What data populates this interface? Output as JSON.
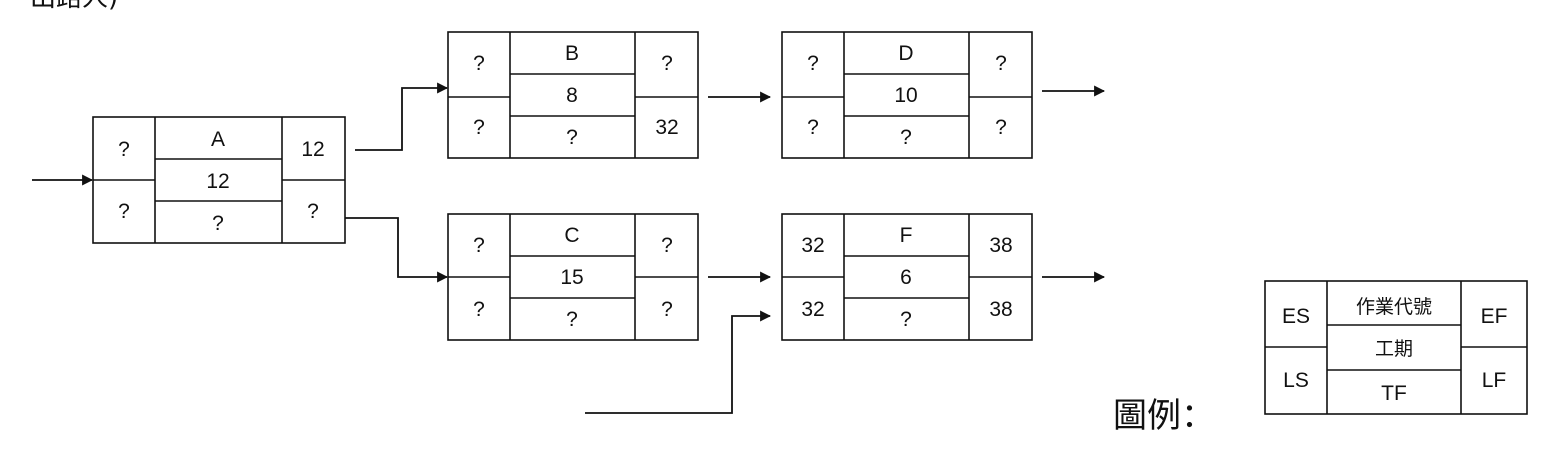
{
  "header_text": "出路人)",
  "nodes": {
    "A": {
      "es": "?",
      "name": "A",
      "duration": "12",
      "ef": "12",
      "ls": "?",
      "tf": "?",
      "lf": "?"
    },
    "B": {
      "es": "?",
      "name": "B",
      "duration": "8",
      "ef": "?",
      "ls": "?",
      "tf": "?",
      "lf": "32"
    },
    "C": {
      "es": "?",
      "name": "C",
      "duration": "15",
      "ef": "?",
      "ls": "?",
      "tf": "?",
      "lf": "?"
    },
    "D": {
      "es": "?",
      "name": "D",
      "duration": "10",
      "ef": "?",
      "ls": "?",
      "tf": "?",
      "lf": "?"
    },
    "F": {
      "es": "32",
      "name": "F",
      "duration": "6",
      "ef": "38",
      "ls": "32",
      "tf": "?",
      "lf": "38"
    }
  },
  "legend": {
    "title": "圖例：",
    "es": "ES",
    "name": "作業代號",
    "duration": "工期",
    "ef": "EF",
    "ls": "LS",
    "tf": "TF",
    "lf": "LF"
  }
}
